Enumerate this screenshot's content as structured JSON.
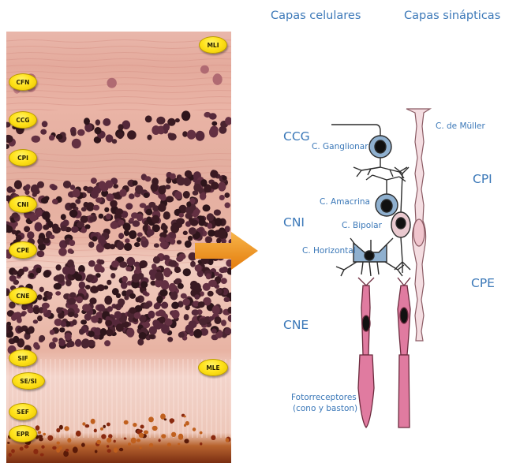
{
  "headers": {
    "cell_layers": "Capas celulares",
    "synaptic_layers": "Capas sinápticas"
  },
  "tissue_labels": [
    "MLI",
    "CFN",
    "CCG",
    "CPI",
    "CNI",
    "CPE",
    "CNE",
    "MLE",
    "SIF",
    "SE/SI",
    "SEF",
    "EPR"
  ],
  "diagram": {
    "layers": {
      "ccg": "CCG",
      "cni": "CNI",
      "cne": "CNE",
      "cpi": "CPI",
      "cpe": "CPE"
    },
    "cells": {
      "ganglion": "C. Ganglionar",
      "amacrine": "C. Amacrina",
      "bipolar": "C. Bipolar",
      "horizontal": "C. Horizontal",
      "muller": "C. de Müller",
      "photoreceptors_line1": "Fotorreceptores",
      "photoreceptors_line2": "(cono y baston)"
    }
  },
  "colors": {
    "label_blue": "#3b78b8",
    "badge_yellow": "#ffe21a",
    "arrow_orange": "#f39a1e",
    "cell_blue": "#7f9fbd",
    "cell_pink": "#e07ba0"
  }
}
